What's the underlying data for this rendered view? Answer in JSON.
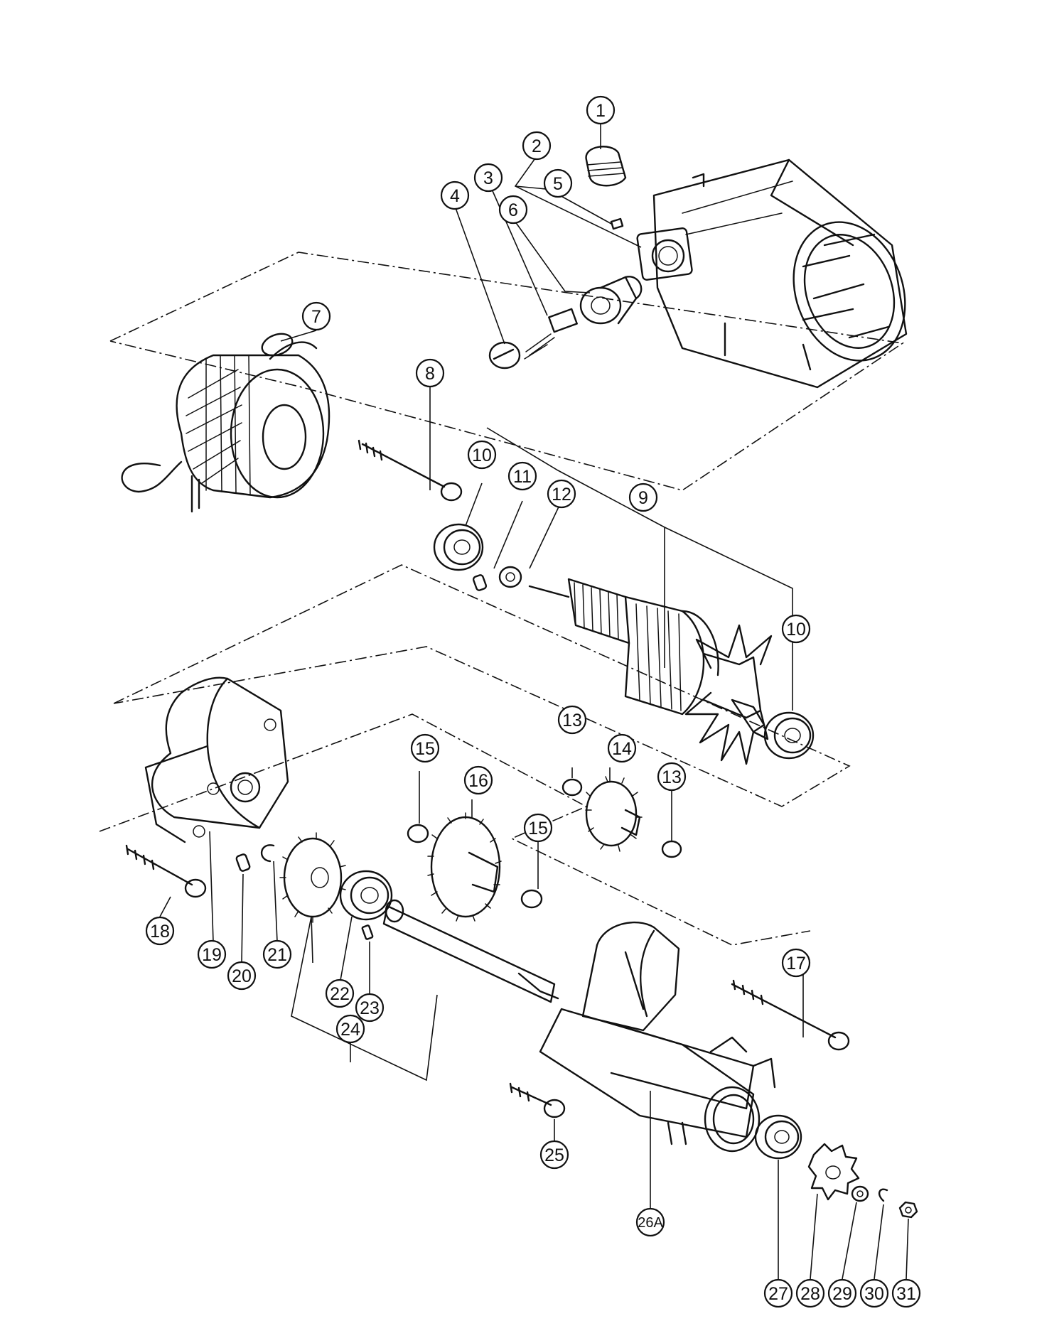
{
  "callouts": [
    "1",
    "2",
    "3",
    "4",
    "5",
    "6",
    "7",
    "8",
    "9",
    "10",
    "10",
    "11",
    "12",
    "13",
    "13",
    "14",
    "15",
    "15",
    "16",
    "17",
    "18",
    "19",
    "20",
    "21",
    "22",
    "23",
    "24",
    "25",
    "26A",
    "27",
    "28",
    "29",
    "30",
    "31"
  ]
}
